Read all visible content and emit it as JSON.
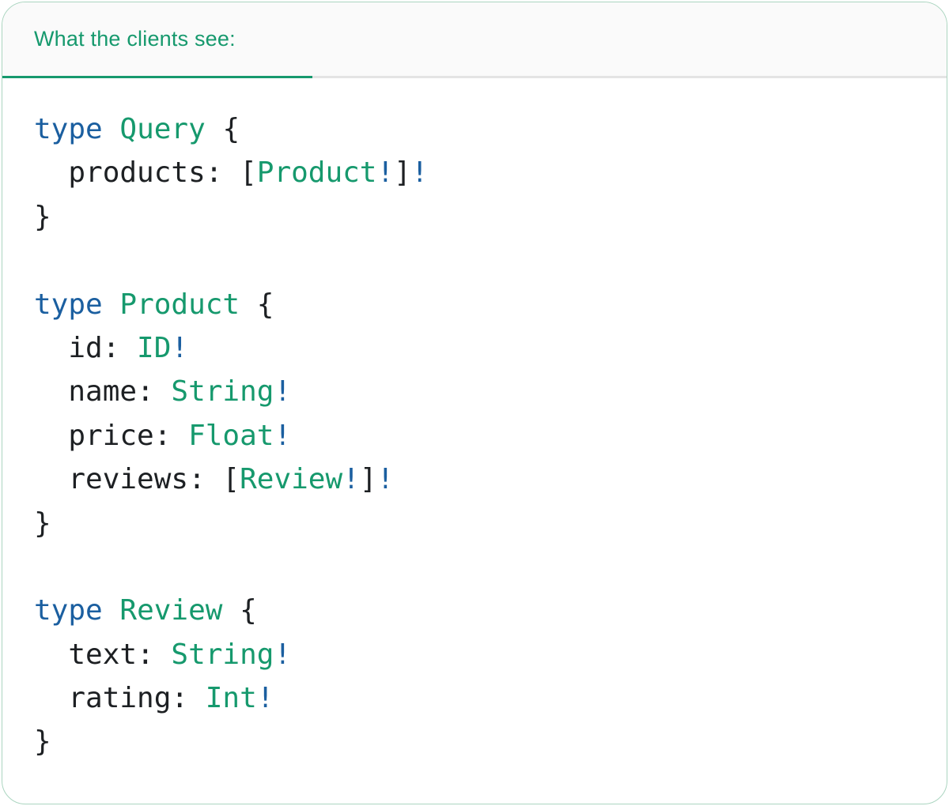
{
  "colors": {
    "accent": "#16996d",
    "keyword_blue": "#1b5fa0",
    "code_text": "#1d2023",
    "divider": "#e4e4e4",
    "header_bg": "#fafafa",
    "card_border": "#abd5c0",
    "card_bg": "#ffffff"
  },
  "header": {
    "tab_label": "What the clients see:"
  },
  "code": {
    "language": "graphql",
    "lines": [
      [
        {
          "t": "keyword",
          "v": "type"
        },
        {
          "t": "plain",
          "v": " "
        },
        {
          "t": "type",
          "v": "Query"
        },
        {
          "t": "plain",
          "v": " {"
        }
      ],
      [
        {
          "t": "plain",
          "v": "  products: ["
        },
        {
          "t": "type",
          "v": "Product"
        },
        {
          "t": "bang",
          "v": "!"
        },
        {
          "t": "plain",
          "v": "]"
        },
        {
          "t": "bang",
          "v": "!"
        }
      ],
      [
        {
          "t": "plain",
          "v": "}"
        }
      ],
      [],
      [
        {
          "t": "keyword",
          "v": "type"
        },
        {
          "t": "plain",
          "v": " "
        },
        {
          "t": "type",
          "v": "Product"
        },
        {
          "t": "plain",
          "v": " {"
        }
      ],
      [
        {
          "t": "plain",
          "v": "  id: "
        },
        {
          "t": "type",
          "v": "ID"
        },
        {
          "t": "bang",
          "v": "!"
        }
      ],
      [
        {
          "t": "plain",
          "v": "  name: "
        },
        {
          "t": "type",
          "v": "String"
        },
        {
          "t": "bang",
          "v": "!"
        }
      ],
      [
        {
          "t": "plain",
          "v": "  price: "
        },
        {
          "t": "type",
          "v": "Float"
        },
        {
          "t": "bang",
          "v": "!"
        }
      ],
      [
        {
          "t": "plain",
          "v": "  reviews: ["
        },
        {
          "t": "type",
          "v": "Review"
        },
        {
          "t": "bang",
          "v": "!"
        },
        {
          "t": "plain",
          "v": "]"
        },
        {
          "t": "bang",
          "v": "!"
        }
      ],
      [
        {
          "t": "plain",
          "v": "}"
        }
      ],
      [],
      [
        {
          "t": "keyword",
          "v": "type"
        },
        {
          "t": "plain",
          "v": " "
        },
        {
          "t": "type",
          "v": "Review"
        },
        {
          "t": "plain",
          "v": " {"
        }
      ],
      [
        {
          "t": "plain",
          "v": "  text: "
        },
        {
          "t": "type",
          "v": "String"
        },
        {
          "t": "bang",
          "v": "!"
        }
      ],
      [
        {
          "t": "plain",
          "v": "  rating: "
        },
        {
          "t": "type",
          "v": "Int"
        },
        {
          "t": "bang",
          "v": "!"
        }
      ],
      [
        {
          "t": "plain",
          "v": "}"
        }
      ]
    ]
  }
}
